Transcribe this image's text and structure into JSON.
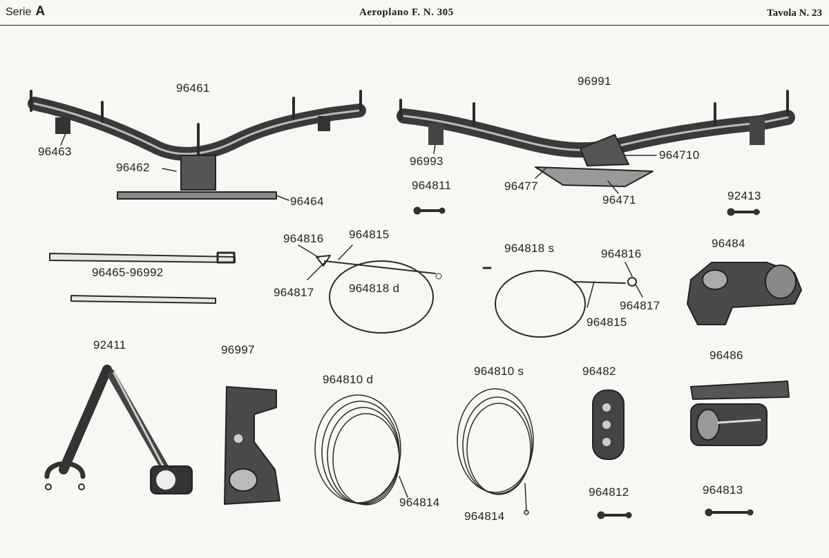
{
  "header": {
    "series_label": "Serie",
    "series_letter": "A",
    "title": "Aeroplano F. N. 305",
    "table": "Tavola N. 23"
  },
  "part_labels": [
    "96461",
    "96463",
    "96462",
    "96464",
    "96991",
    "96993",
    "964710",
    "964811",
    "96477",
    "96471",
    "92413",
    "96465-96992",
    "964816",
    "964815",
    "964817",
    "964818 d",
    "964818 s",
    "964816",
    "964817",
    "964815",
    "96484",
    "92411",
    "96997",
    "964810 d",
    "964814",
    "964810 s",
    "964814",
    "96482",
    "96486",
    "964812",
    "964813"
  ]
}
